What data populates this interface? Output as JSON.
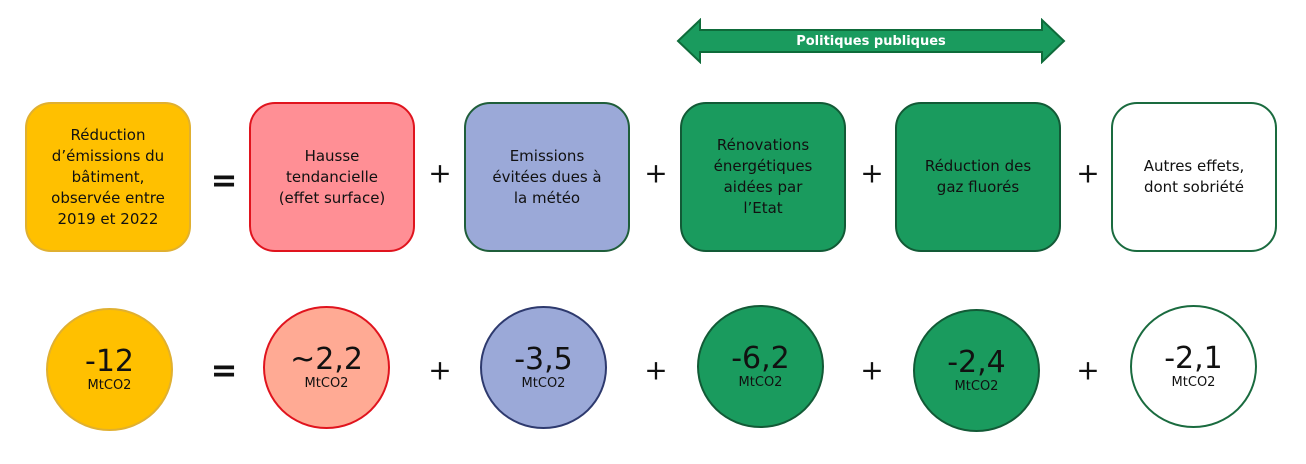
{
  "arrow": {
    "label": "Politiques publiques"
  },
  "boxes": [
    {
      "label": "Réduction\nd’émissions du\nbâtiment,\nobservée entre\n2019 et 2022"
    },
    {
      "label": "Hausse\ntendancielle\n(effet surface)"
    },
    {
      "label": "Emissions\névitées dues à\nla météo"
    },
    {
      "label": "Rénovations\nénergétiques\naidées par\nl’Etat"
    },
    {
      "label": "Réduction des\ngaz fluorés"
    },
    {
      "label": "Autres effets,\ndont sobriété"
    }
  ],
  "operators": [
    "=",
    "+",
    "+",
    "+",
    "+"
  ],
  "values": [
    {
      "value": "-12",
      "unit": "MtCO2"
    },
    {
      "value": "~2,2",
      "unit": "MtCO2"
    },
    {
      "value": "-3,5",
      "unit": "MtCO2"
    },
    {
      "value": "-6,2",
      "unit": "MtCO2"
    },
    {
      "value": "-2,4",
      "unit": "MtCO2"
    },
    {
      "value": "-2,1",
      "unit": "MtCO2"
    }
  ],
  "colors": {
    "yellow": "#FFC000",
    "pink": "#FF8F95",
    "salmon": "#FFAA94",
    "blue": "#9BA9D8",
    "green": "#1A9B5E",
    "white": "#FFFFFF"
  }
}
